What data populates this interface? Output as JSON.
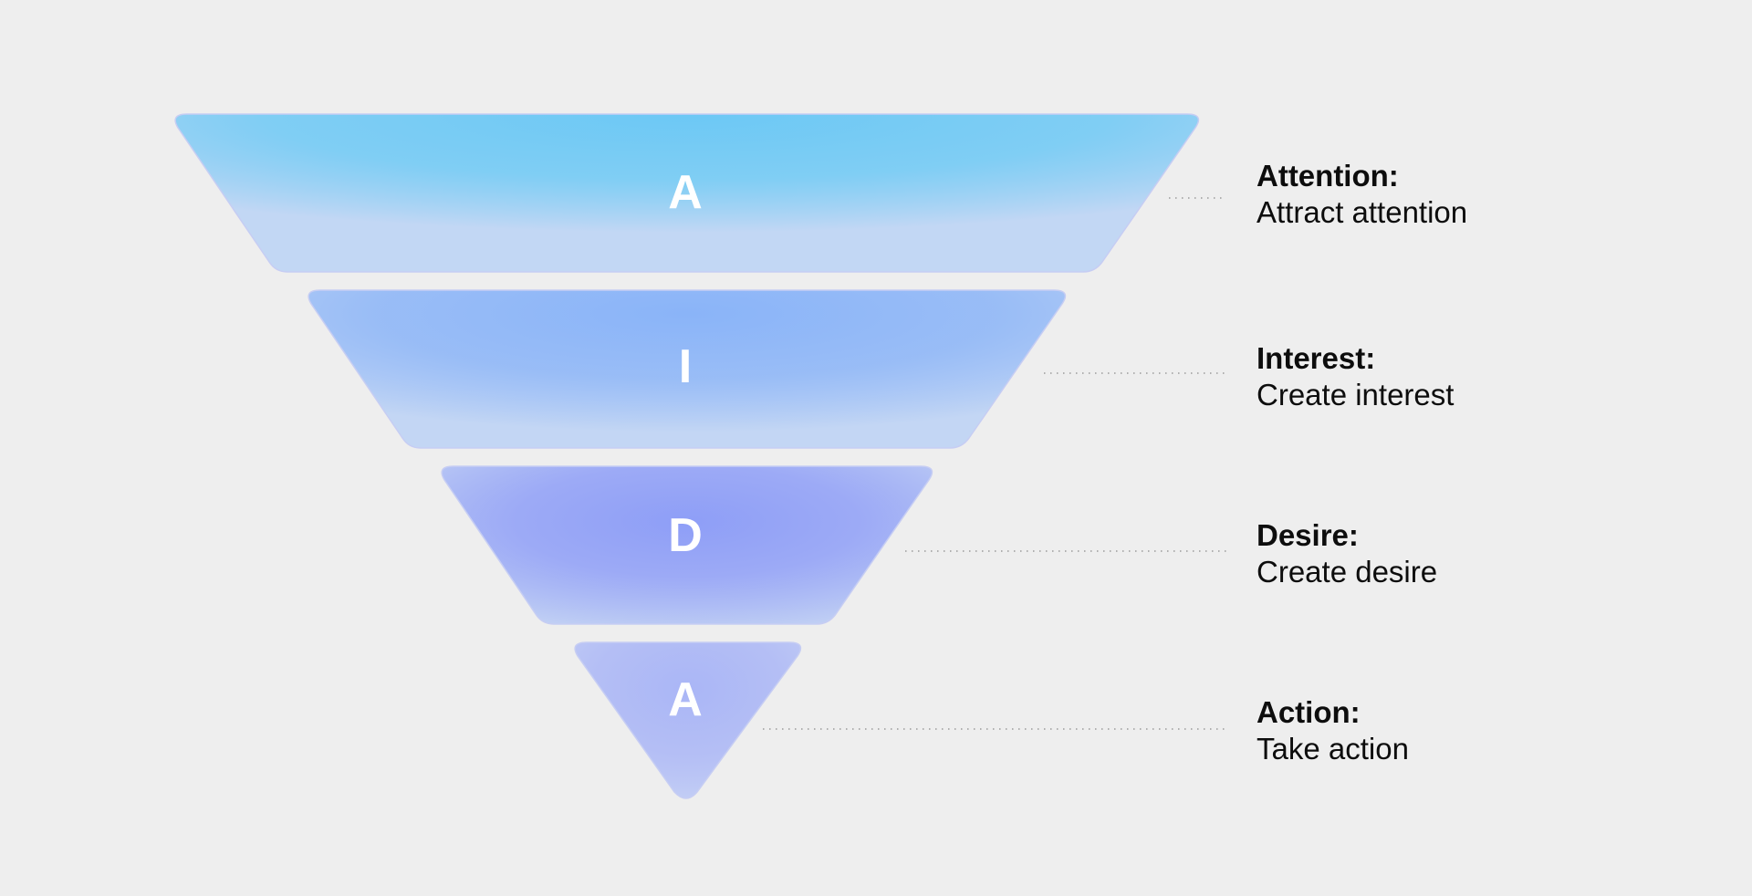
{
  "stages": [
    {
      "letter": "A",
      "name": "Attention:",
      "description": "Attract attention",
      "center_color": "#6cc8f5",
      "edge_color": "#c2d7f4"
    },
    {
      "letter": "I",
      "name": "Interest:",
      "description": "Create interest",
      "center_color": "#8ab4f8",
      "edge_color": "#c3d6f4"
    },
    {
      "letter": "D",
      "name": "Desire:",
      "description": "Create desire",
      "center_color": "#8e9ef7",
      "edge_color": "#c0cff4"
    },
    {
      "letter": "A",
      "name": "Action:",
      "description": "Take action",
      "center_color": "#aab6f6",
      "edge_color": "#c2cdf5"
    }
  ],
  "colors": {
    "background": "#eeeeee",
    "letter": "#ffffff",
    "label_text": "#0d0d0d",
    "leader_line": "#9a9a9a"
  }
}
